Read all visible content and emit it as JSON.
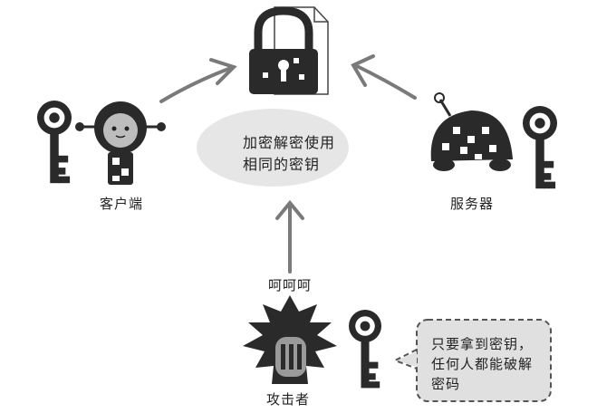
{
  "ellipse": {
    "line1": "加密解密使用",
    "line2": "相同的密钥"
  },
  "labels": {
    "client": "客户端",
    "server": "服务器",
    "attacker": "攻击者",
    "laugh": "呵呵呵"
  },
  "bubble": {
    "line1": "只要拿到密钥，",
    "line2": "任何人都能破解",
    "line3": "密码"
  },
  "colors": {
    "ellipse_fill": "#e6e6e6",
    "arrow": "#7a7a7a",
    "ink": "#222222",
    "bubble_fill": "#e0e0e0"
  }
}
